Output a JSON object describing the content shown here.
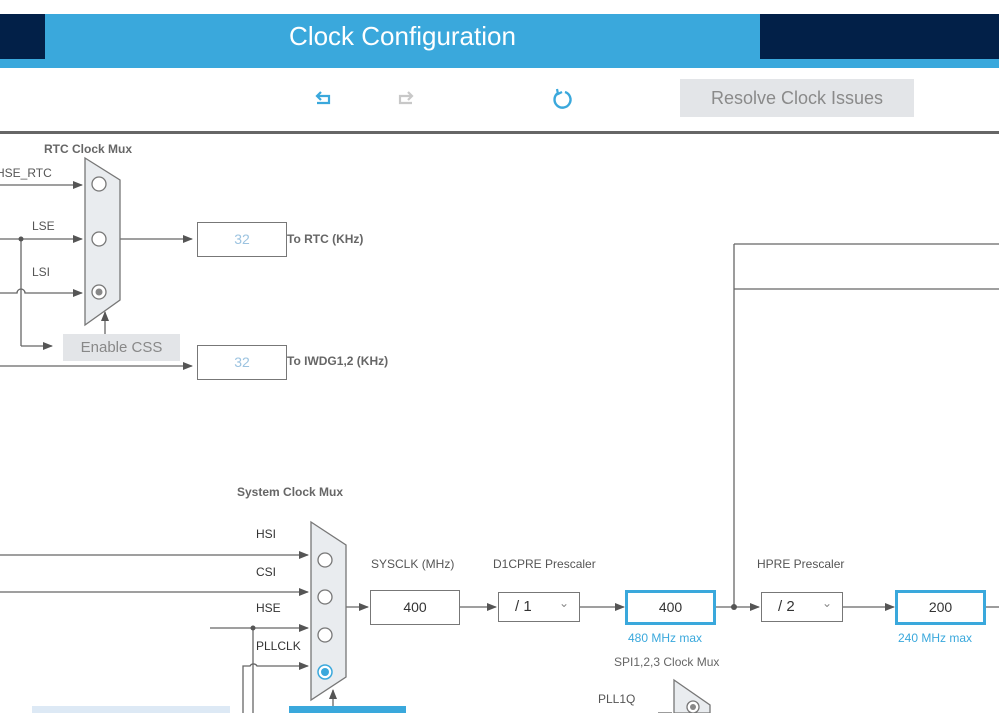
{
  "header": {
    "title": "Clock Configuration"
  },
  "toolbar": {
    "undo_icon": "undo-icon",
    "redo_icon": "redo-icon",
    "reset_icon": "refresh-icon",
    "resolve_label": "Resolve Clock Issues"
  },
  "rtc_mux": {
    "title": "RTC Clock Mux",
    "inputs": [
      "HSE_RTC",
      "LSE",
      "LSI"
    ],
    "selected": "LSI",
    "enable_css_label": "Enable CSS",
    "rtc_value": "32",
    "rtc_label": "To RTC (KHz)",
    "iwdg_value": "32",
    "iwdg_label": "To IWDG1,2 (KHz)"
  },
  "system_mux": {
    "title": "System Clock Mux",
    "inputs": [
      "HSI",
      "CSI",
      "HSE",
      "PLLCLK"
    ],
    "selected": "PLLCLK",
    "sysclk_label": "SYSCLK (MHz)",
    "sysclk_value": "400"
  },
  "d1cpre": {
    "label": "D1CPRE Prescaler",
    "selected": "/ 1",
    "output_value": "400",
    "max_label": "480 MHz max"
  },
  "hpre": {
    "label": "HPRE Prescaler",
    "selected": "/ 2",
    "output_value": "200",
    "max_label": "240 MHz max"
  },
  "spi_mux": {
    "title": "SPI1,2,3 Clock Mux",
    "inputs": [
      "PLL1Q"
    ]
  },
  "colors": {
    "accent": "#3aa8dc",
    "navy": "#022048"
  }
}
